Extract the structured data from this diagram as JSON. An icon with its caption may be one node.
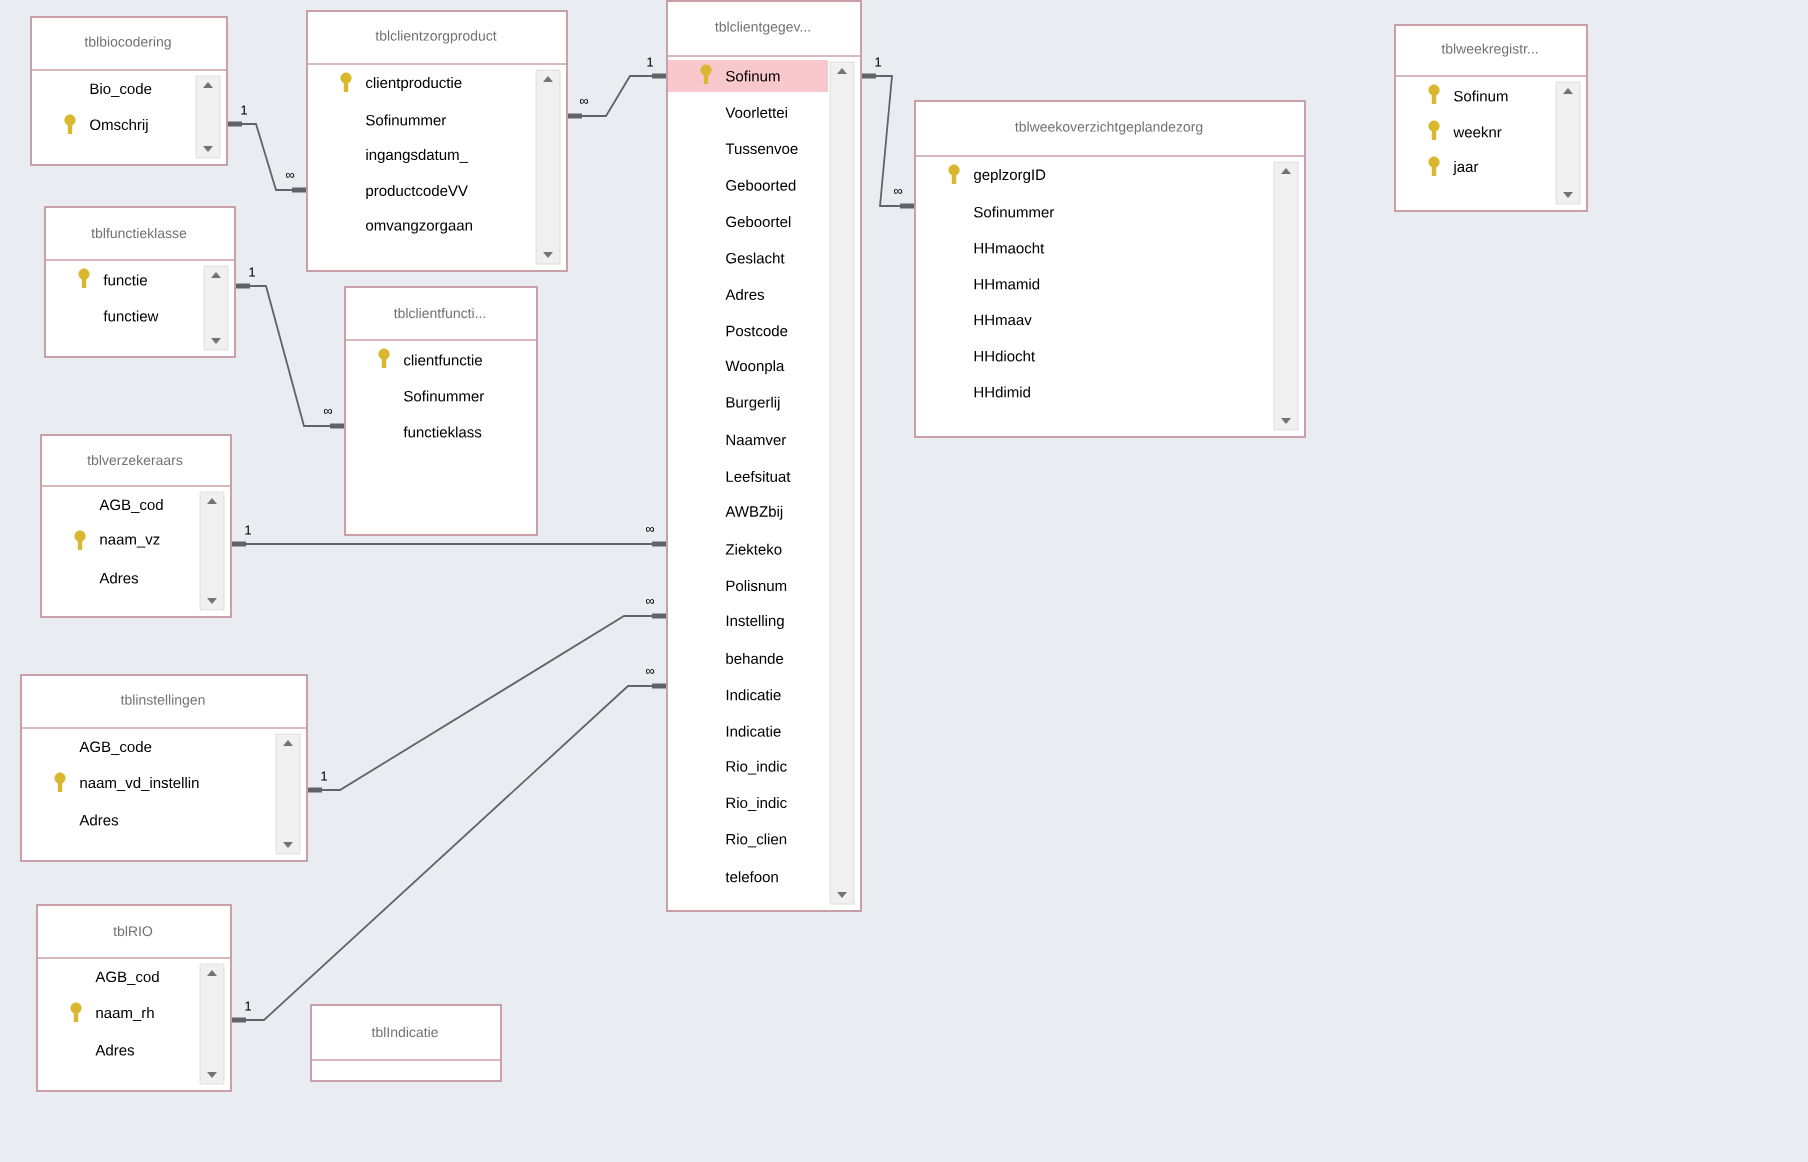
{
  "diagram": {
    "nodes": [
      {
        "text": [
          "tblbiocodering",
          "Bio_code",
          "Omschrij"
        ]
      },
      {
        "text": [
          "tblclientzorgproduct",
          "clientproductie",
          "Sofinummer",
          "ingangsdatum_",
          "productcodeVV",
          "omvangzorgaan"
        ]
      },
      {
        "text": [
          "tblclientgegev...",
          "Sofinum",
          "Voorlettei",
          "Tussenvoe",
          "Geboorted",
          "Geboortel",
          "Geslacht",
          "Adres",
          "Postcode",
          "Woonpla",
          "Burgerlij",
          "Naamver",
          "Leefsituat",
          "AWBZbij",
          "Ziekteko",
          "Polisnum",
          "Instelling",
          "behande",
          "Indicatie",
          "Indicatie",
          "Rio_indic",
          "Rio_indic",
          "Rio_clien",
          "telefoon"
        ]
      },
      {
        "text": [
          "tblweekoverzichtgeplandezorg",
          "geplzorgID",
          "Sofinummer",
          "HHmaocht",
          "HHmamid",
          "HHmaav",
          "HHdiocht",
          "HHdimid"
        ]
      },
      {
        "text": [
          "tblweekregistr...",
          "Sofinum",
          "weeknr",
          "jaar"
        ]
      },
      {
        "text": [
          "tblfunctieklasse",
          "functie",
          "functiew"
        ]
      },
      {
        "text": [
          "tblclientfuncti...",
          "clientfunctie",
          "Sofinummer",
          "functieklass"
        ]
      },
      {
        "text": [
          "tblverzekeraars",
          "AGB_cod",
          "naam_vz",
          "Adres"
        ]
      },
      {
        "text": [
          "tblinstellingen",
          "AGB_code",
          "naam_vd_instellin",
          "Adres"
        ]
      },
      {
        "text": [
          "tblRIO",
          "AGB_cod",
          "naam_rh",
          "Adres"
        ]
      },
      {
        "text": [
          "tblIndicatie"
        ]
      }
    ],
    "edges": [
      {
        "from": 0,
        "to": 1,
        "arrow": "other"
      },
      {
        "from": 2,
        "to": 1,
        "arrow": "other"
      },
      {
        "from": 5,
        "to": 6,
        "arrow": "other"
      },
      {
        "from": 7,
        "to": 2,
        "arrow": "other"
      },
      {
        "from": 8,
        "to": 2,
        "arrow": "other"
      },
      {
        "from": 9,
        "to": 2,
        "arrow": "other"
      },
      {
        "from": 2,
        "to": 3,
        "arrow": "other"
      }
    ],
    "labels": [
      "1",
      "∞",
      "1",
      "∞",
      "1",
      "∞",
      "1",
      "∞",
      "1",
      "∞",
      "1",
      "∞",
      "1",
      "∞"
    ]
  }
}
